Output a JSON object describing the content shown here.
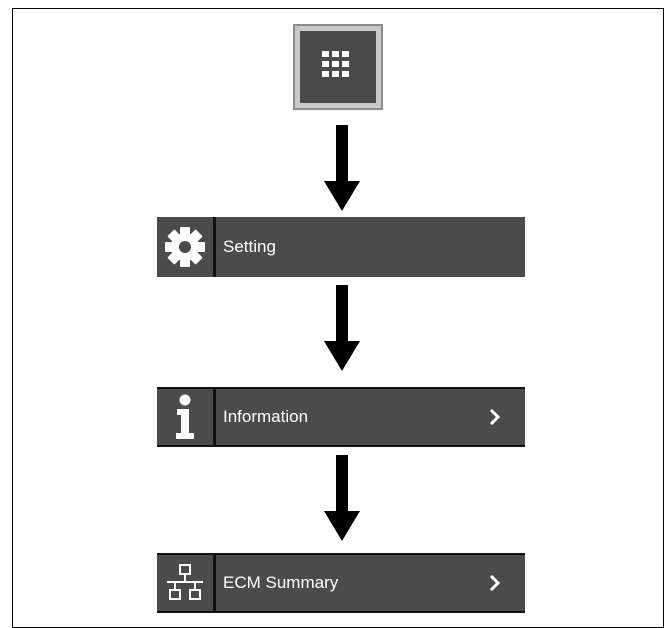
{
  "menu": {
    "setting_label": "Setting",
    "information_label": "Information",
    "ecm_summary_label": "ECM Summary"
  },
  "icons": {
    "apps": "grid-icon",
    "setting": "gear-icon",
    "information": "info-icon",
    "ecm_summary": "network-icon",
    "chevron": "chevron-right-icon"
  },
  "colors": {
    "row_background": "#4b4b4b",
    "text": "#ffffff"
  }
}
